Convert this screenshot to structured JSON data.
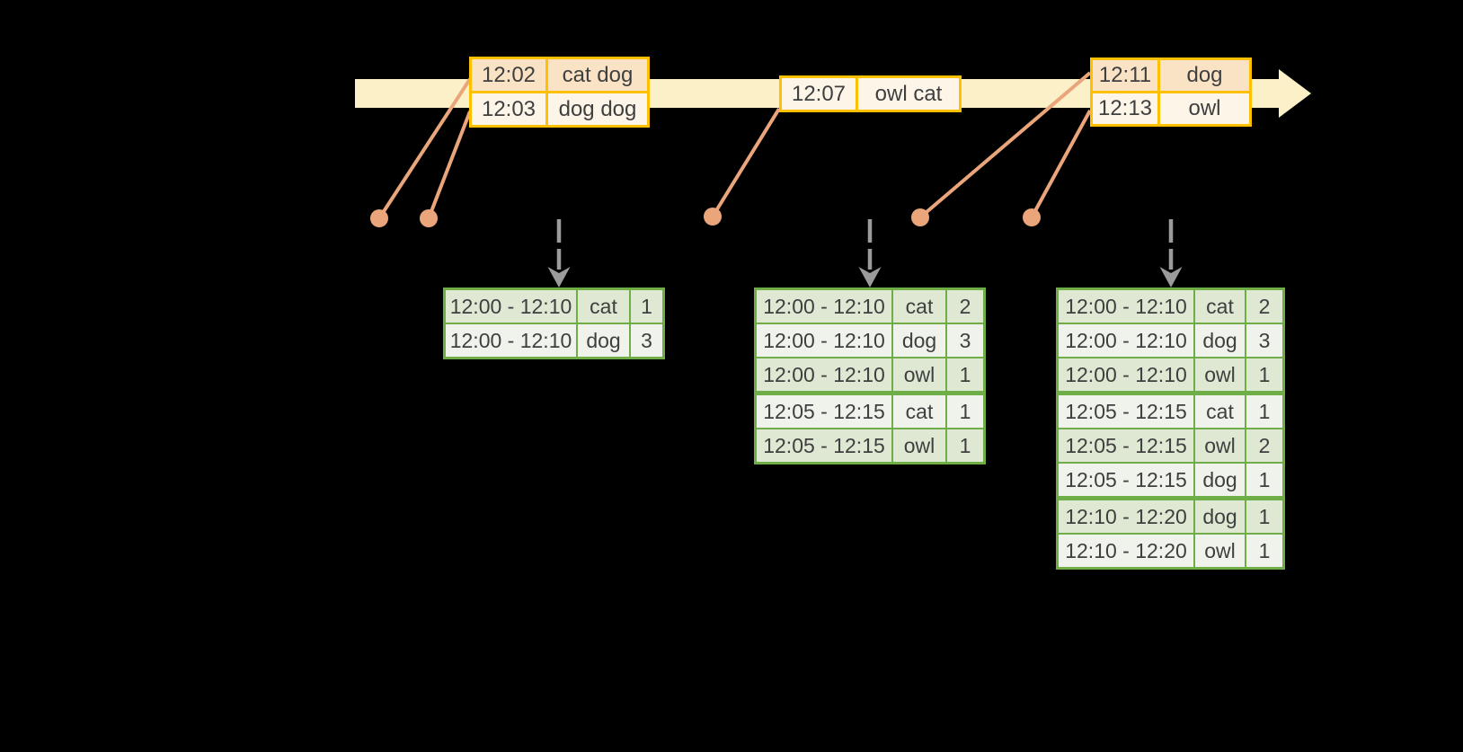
{
  "colors": {
    "bg": "#000000",
    "bar": "#FCF0C8",
    "gold": "#FFC000",
    "peachDark": "#FAE3C5",
    "peachLight": "#FDF5E8",
    "salmon": "#EBA57B",
    "gray": "#9B9B9B",
    "green": "#6FAD46",
    "greenDark": "#DEE8D3",
    "greenLight": "#F0F3EC",
    "text": "#3F3F3F"
  },
  "event_boxes": [
    {
      "rows": [
        {
          "time": "12:02",
          "words": "cat dog"
        },
        {
          "time": "12:03",
          "words": "dog dog"
        }
      ]
    },
    {
      "rows": [
        {
          "time": "12:07",
          "words": "owl cat"
        }
      ]
    },
    {
      "rows": [
        {
          "time": "12:11",
          "words": "dog"
        },
        {
          "time": "12:13",
          "words": "owl"
        }
      ]
    }
  ],
  "result_tables": [
    {
      "rows": [
        {
          "window": "12:00 - 12:10",
          "word": "cat",
          "count": "1"
        },
        {
          "window": "12:00 - 12:10",
          "word": "dog",
          "count": "3"
        }
      ]
    },
    {
      "rows": [
        {
          "window": "12:00 - 12:10",
          "word": "cat",
          "count": "2"
        },
        {
          "window": "12:00 - 12:10",
          "word": "dog",
          "count": "3"
        },
        {
          "window": "12:00 - 12:10",
          "word": "owl",
          "count": "1"
        },
        {
          "window": "12:05 - 12:15",
          "word": "cat",
          "count": "1"
        },
        {
          "window": "12:05 - 12:15",
          "word": "owl",
          "count": "1"
        }
      ]
    },
    {
      "rows": [
        {
          "window": "12:00 - 12:10",
          "word": "cat",
          "count": "2"
        },
        {
          "window": "12:00 - 12:10",
          "word": "dog",
          "count": "3"
        },
        {
          "window": "12:00 - 12:10",
          "word": "owl",
          "count": "1"
        },
        {
          "window": "12:05 - 12:15",
          "word": "cat",
          "count": "1"
        },
        {
          "window": "12:05 - 12:15",
          "word": "owl",
          "count": "2"
        },
        {
          "window": "12:05 - 12:15",
          "word": "dog",
          "count": "1"
        },
        {
          "window": "12:10 - 12:20",
          "word": "dog",
          "count": "1"
        },
        {
          "window": "12:10 - 12:20",
          "word": "owl",
          "count": "1"
        }
      ]
    }
  ]
}
